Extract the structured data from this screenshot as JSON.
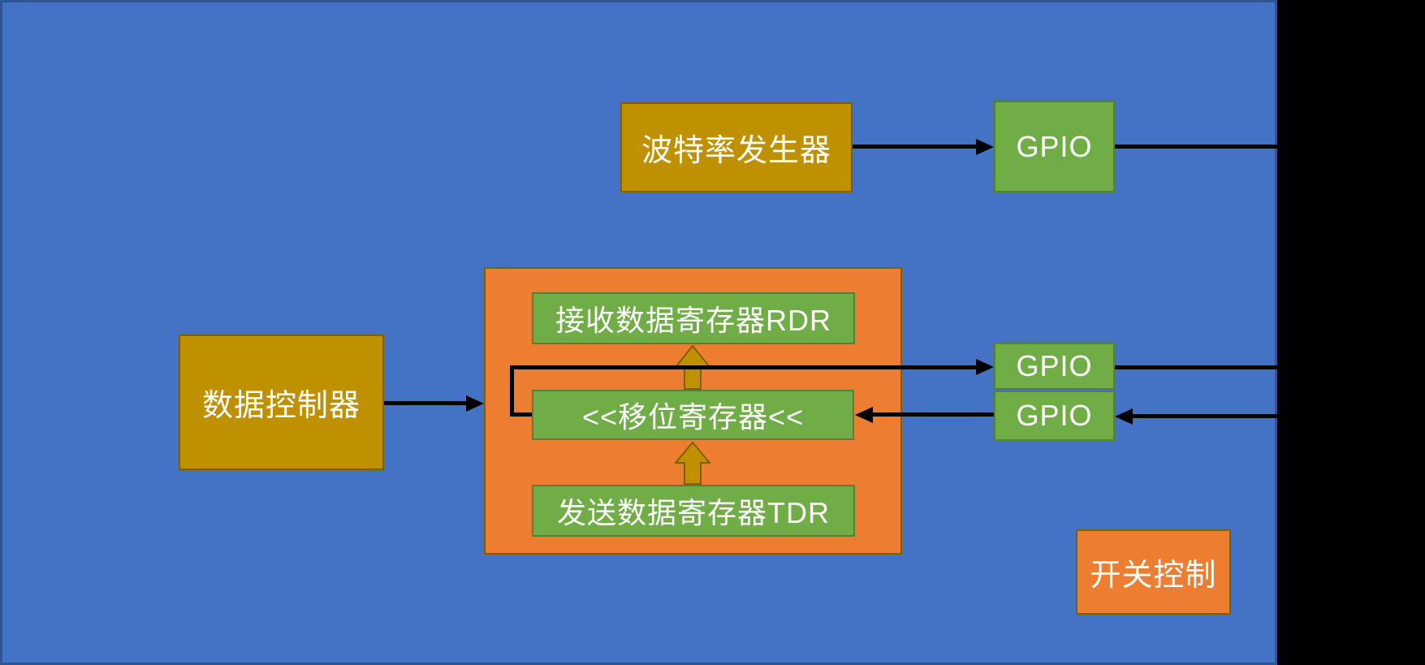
{
  "diagram": {
    "colors": {
      "canvas_background": "#000000",
      "slide_background": "#4472C4",
      "slide_border": "#2F5597",
      "gold_fill": "#BF9000",
      "gold_border": "#7F6000",
      "green_fill": "#70AD47",
      "green_border": "#538135",
      "orange_fill": "#ED7D31",
      "orange_border": "#7F6000",
      "connector_color": "#000000",
      "block_arrow_fill": "#BF9000",
      "text_color": "#FFFFFF"
    },
    "nodes": {
      "baud_generator": {
        "label": "波特率发生器"
      },
      "gpio_top": {
        "label": "GPIO"
      },
      "data_controller": {
        "label": "数据控制器"
      },
      "register_container": {
        "label": ""
      },
      "rdr": {
        "label": "接收数据寄存器RDR"
      },
      "shift_register": {
        "label": "<<移位寄存器<<"
      },
      "tdr": {
        "label": "发送数据寄存器TDR"
      },
      "gpio_tx": {
        "label": "GPIO"
      },
      "gpio_rx": {
        "label": "GPIO"
      },
      "switch_control": {
        "label": "开关控制"
      }
    },
    "connections": [
      "baud_generator -> gpio_top",
      "gpio_top -> right_edge",
      "data_controller -> register_container",
      "shift_register_left -> gpio_tx",
      "gpio_tx -> right_edge",
      "gpio_rx -> shift_register",
      "right_edge -> gpio_rx",
      "tdr => shift_register (block arrow up)",
      "shift_register => rdr (block arrow up)"
    ]
  }
}
